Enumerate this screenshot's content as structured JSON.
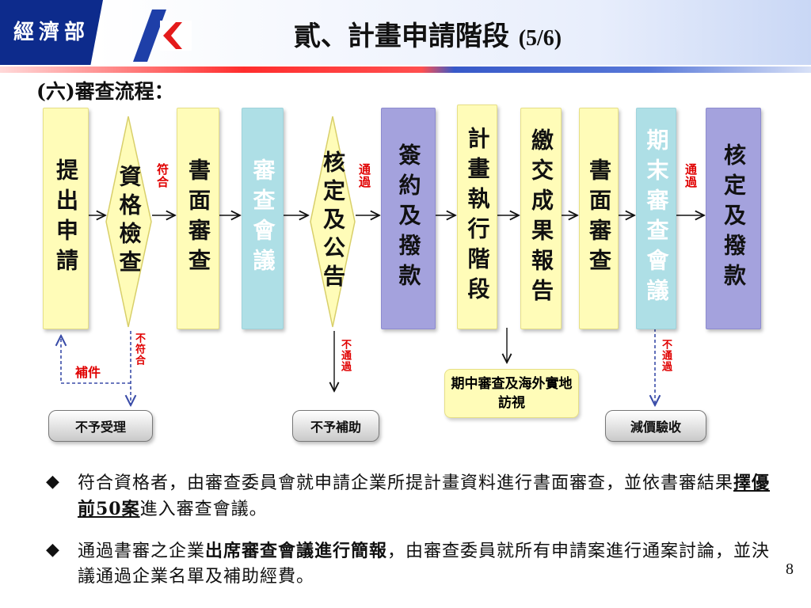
{
  "header": {
    "ministry": "經濟部",
    "title": "貳、計畫申請階段",
    "title_page": "(5/6)",
    "colors": {
      "navy": "#0d2b8c",
      "accent_red": "#ff2d2d",
      "accent_blue": "#3759c9"
    }
  },
  "section_title": "(六)審查流程：",
  "flow": {
    "steps": [
      {
        "label": "提出申請",
        "color": "#fffcb8"
      },
      {
        "label": "資格檢查",
        "shape": "diamond",
        "color": "#fffcb8"
      },
      {
        "label": "書面審查",
        "color": "#fffcb8"
      },
      {
        "label": "審查會議",
        "color": "#aedfe6"
      },
      {
        "label": "核定及公告",
        "shape": "diamond",
        "color": "#fffcb8"
      },
      {
        "label": "簽約及撥款",
        "color": "#a4a2dd"
      },
      {
        "label": "計畫執行階段",
        "color": "#fffcb8"
      },
      {
        "label": "繳交成果報告",
        "color": "#fffcb8"
      },
      {
        "label": "書面審查",
        "color": "#fffcb8"
      },
      {
        "label": "期末審查會議",
        "color": "#aedfe6"
      },
      {
        "label": "核定及撥款",
        "color": "#a4a2dd"
      }
    ],
    "notes": {
      "qualified": "符合",
      "passed_1": "通過",
      "passed_2": "通過",
      "not_qualified": "不符合",
      "not_passed_1": "不通過",
      "not_passed_2": "不通過",
      "supplement": "補件"
    },
    "outcomes": {
      "not_accepted": "不予受理",
      "no_subsidy": "不予補助",
      "midterm_review": "期中審查及海外實地訪視",
      "reduced_acceptance": "減價驗收"
    }
  },
  "bullets": [
    {
      "part1": "符合資格者，由審查委員會就申請企業所提計畫資料進行書面審查，並依書審結果",
      "emphasis": "擇優前50案",
      "part2": "進入審查會議。"
    },
    {
      "part1": "通過書審之企業",
      "emphasis": "出席審查會議進行簡報",
      "part2": "，由審查委員就所有申請案進行通案討論，並決議通過企業名單及補助經費。"
    }
  ],
  "page_number": "8"
}
